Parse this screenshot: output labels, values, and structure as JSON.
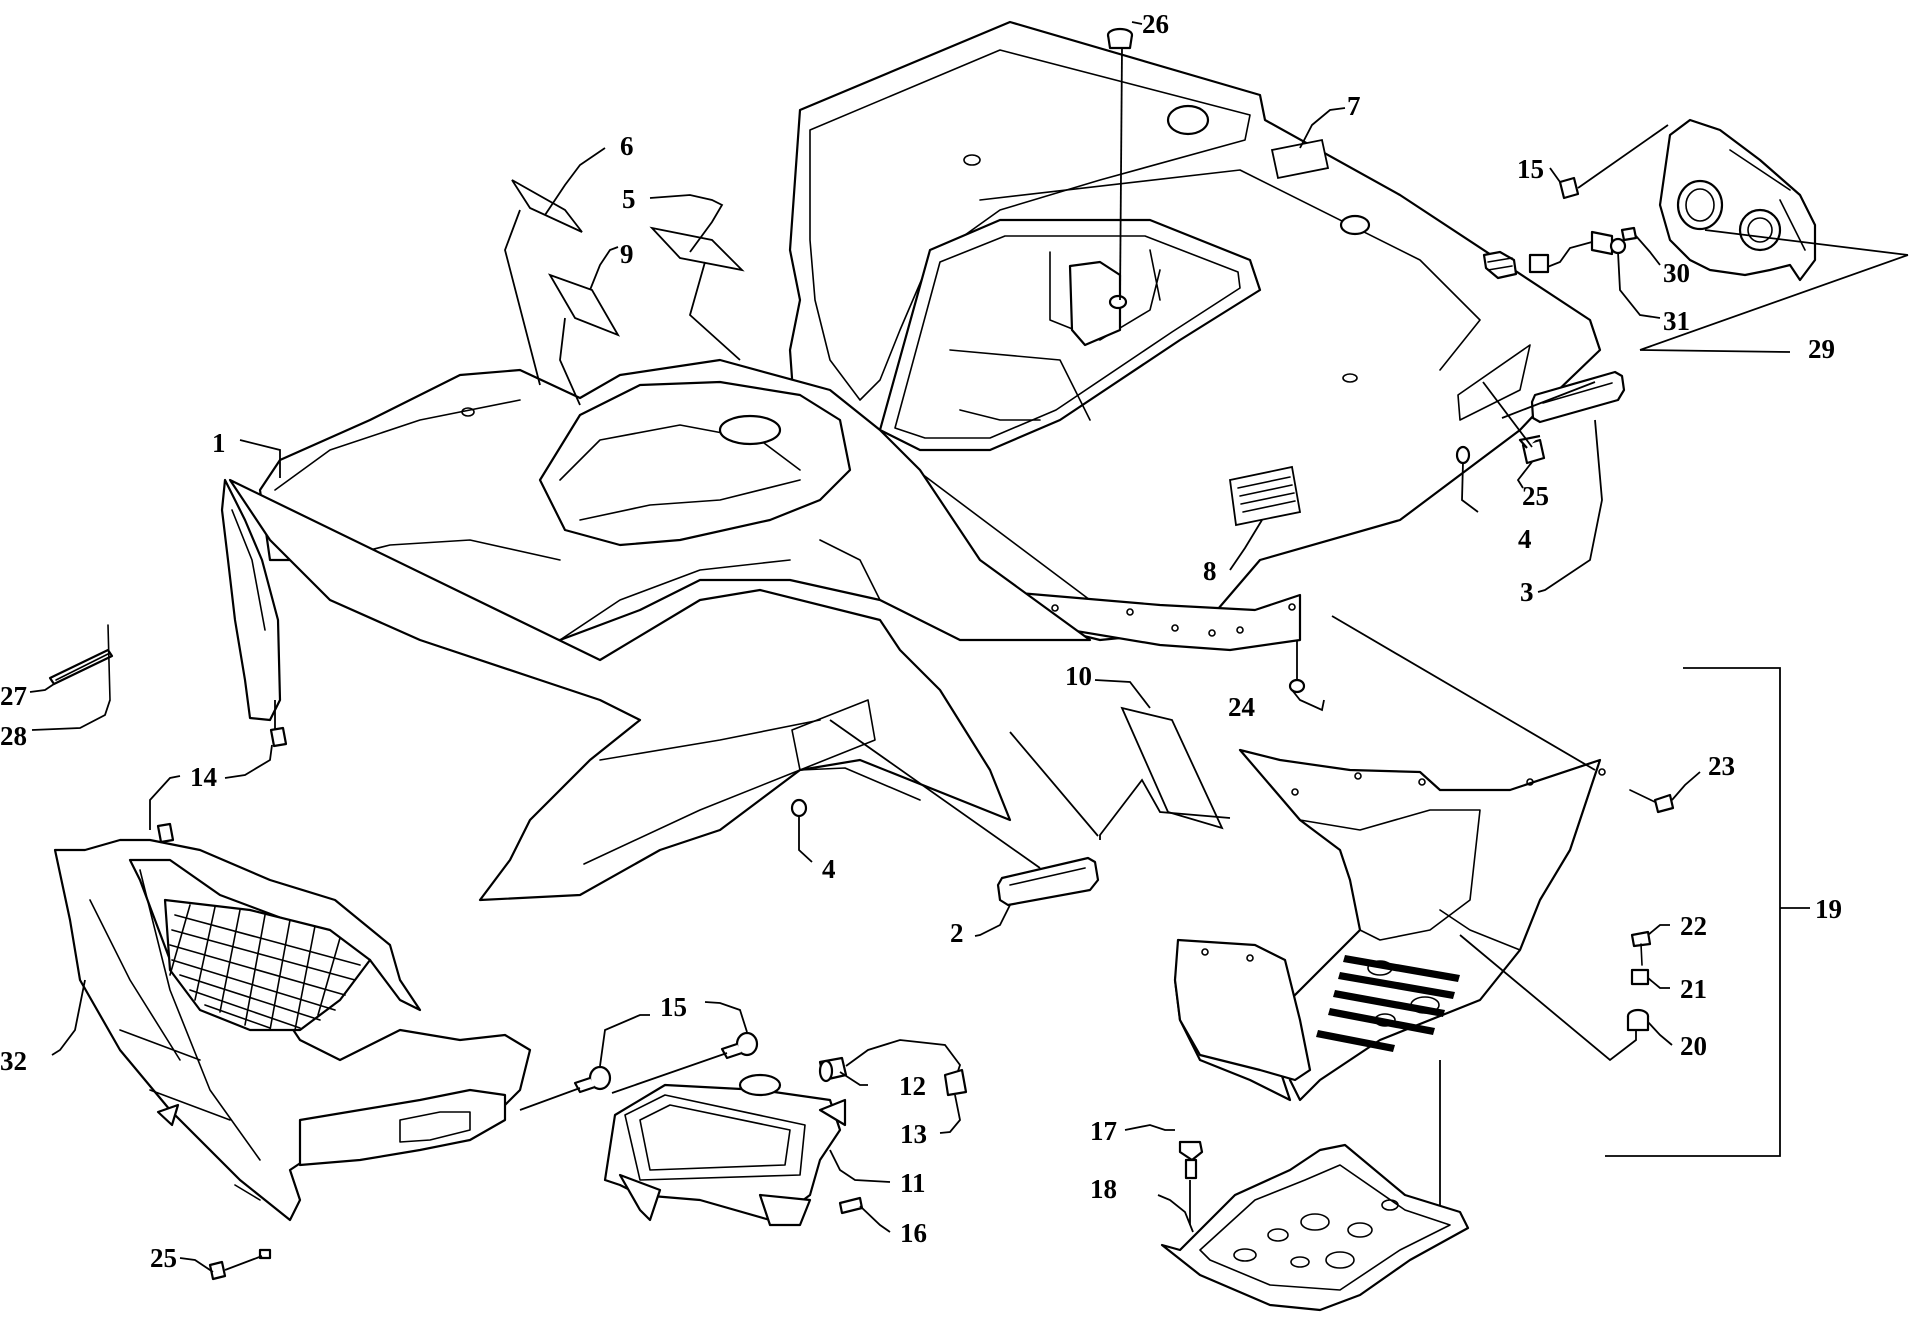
{
  "diagram": {
    "type": "exploded-parts-diagram",
    "callouts": [
      "1",
      "2",
      "3",
      "4",
      "4",
      "5",
      "6",
      "7",
      "8",
      "9",
      "10",
      "11",
      "12",
      "13",
      "14",
      "15",
      "15",
      "16",
      "17",
      "18",
      "19",
      "20",
      "21",
      "22",
      "23",
      "24",
      "25",
      "25",
      "26",
      "27",
      "28",
      "29",
      "30",
      "31",
      "32"
    ]
  }
}
